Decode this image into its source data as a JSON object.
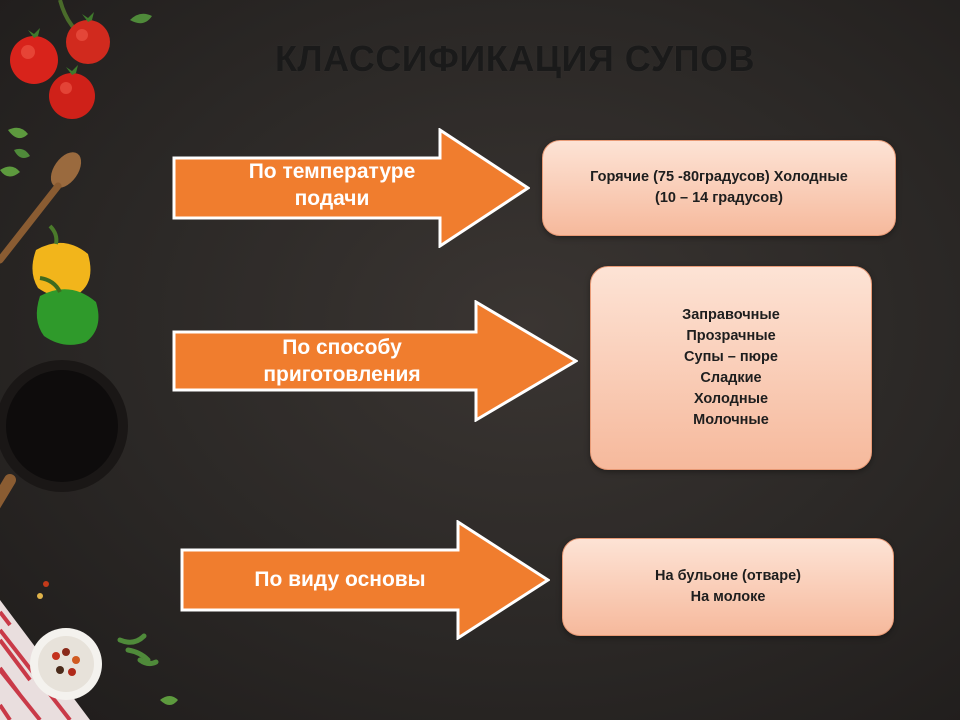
{
  "title": "КЛАССИФИКАЦИЯ СУПОВ",
  "colors": {
    "arrow_fill": "#f07d2e",
    "arrow_stroke": "#ffffff",
    "box_fill_top": "#fde3d5",
    "box_fill_bottom": "#f6b99c",
    "background": "#2b2826"
  },
  "rows": [
    {
      "label": "По температуре\nподачи",
      "description": "Горячие (75 -80градусов) Холодные\n(10 – 14 градусов)"
    },
    {
      "label": "По способу\nприготовления",
      "description": "Заправочные\nПрозрачные\nСупы – пюре\nСладкие\nХолодные\nМолочные"
    },
    {
      "label": "По виду основы",
      "description": "На бульоне (отваре)\nНа молоке"
    }
  ],
  "decorations": [
    "tomato-icon",
    "wooden-spoon-icon",
    "yellow-pepper-icon",
    "green-pepper-icon",
    "frying-pan-icon",
    "tablecloth-icon",
    "spice-bowl-icon",
    "herb-leaf-icon"
  ]
}
